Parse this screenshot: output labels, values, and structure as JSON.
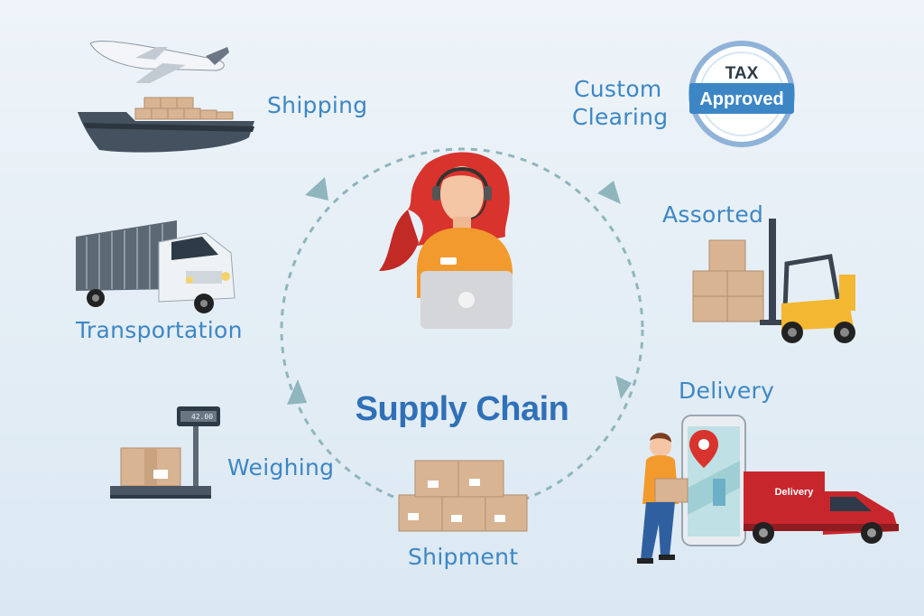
{
  "title": "Supply Chain",
  "steps": {
    "shipping": "Shipping",
    "custom_clearing_line1": "Custom",
    "custom_clearing_line2": "Clearing",
    "assorted": "Assorted",
    "delivery": "Delivery",
    "shipment": "Shipment",
    "weighing": "Weighing",
    "transportation": "Transportation"
  },
  "badge": {
    "top": "TAX",
    "bottom": "Approved"
  },
  "truck_text": "Delivery",
  "scale_display": "42.00",
  "colors": {
    "label_blue": "#3d87c4",
    "title_blue": "#2f70b8",
    "cycle_teal": "#8fb5bd",
    "box_tan": "#d9b493",
    "truck_red": "#c8262d",
    "forklift_yellow": "#f4b731",
    "agent_orange": "#f39a2e",
    "hair_red": "#d8332c"
  },
  "icons": [
    "airplane-icon",
    "cargo-ship-icon",
    "box-truck-icon",
    "weighing-scale-icon",
    "tax-approved-badge-icon",
    "forklift-icon",
    "smartphone-map-icon",
    "delivery-van-icon",
    "courier-icon",
    "support-agent-icon",
    "laptop-icon"
  ]
}
